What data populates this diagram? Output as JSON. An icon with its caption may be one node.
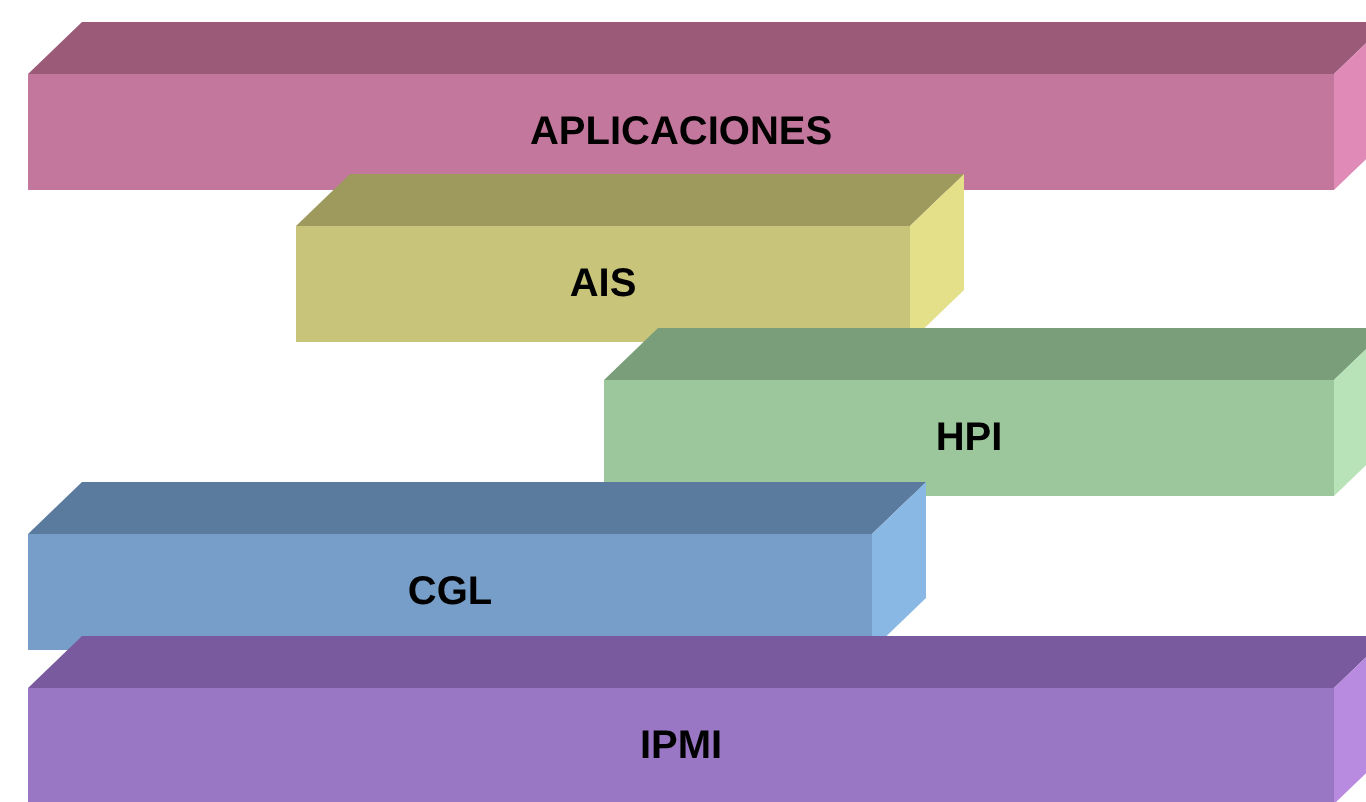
{
  "diagram": {
    "nodes": [
      {
        "text": [
          "APLICACIONES"
        ]
      },
      {
        "text": [
          "AIS"
        ]
      },
      {
        "text": [
          "HPI"
        ]
      },
      {
        "text": [
          "CGL"
        ]
      },
      {
        "text": [
          "IPMI"
        ]
      }
    ]
  }
}
